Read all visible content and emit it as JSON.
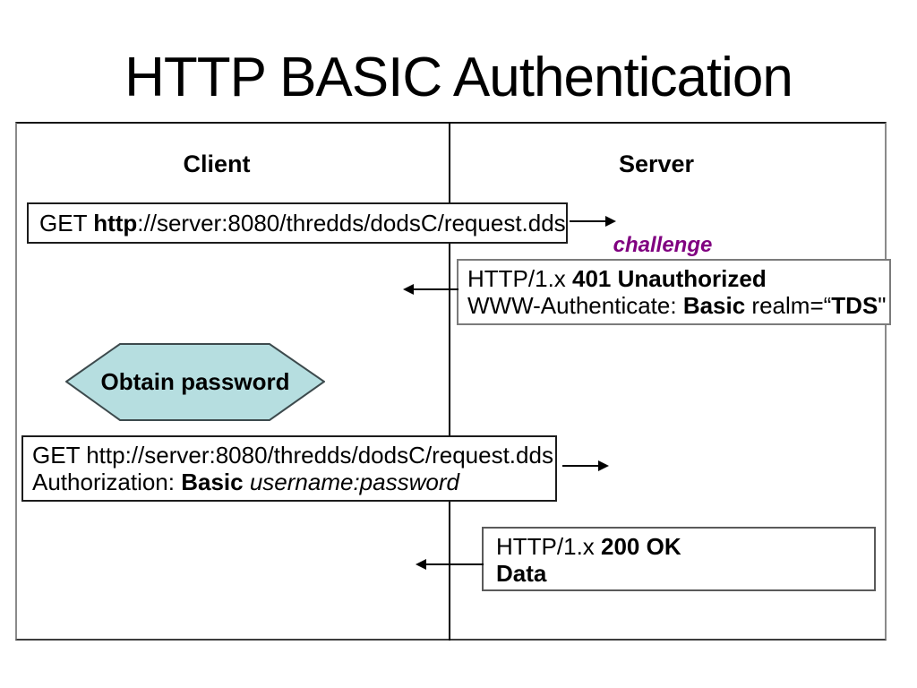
{
  "title": "HTTP BASIC Authentication",
  "lanes": {
    "client": "Client",
    "server": "Server"
  },
  "colors": {
    "challenge_text": "#800080",
    "hexagon_fill": "#b6dee0",
    "hexagon_stroke": "#3d4a4d",
    "response_box_border": "#7b7b7b"
  },
  "messages": {
    "request1": {
      "method": "GET ",
      "scheme_bold": "http",
      "url_rest": "://server:8080/thredds/dodsC/request.dds"
    },
    "challenge_label": "challenge",
    "response401": {
      "proto": "HTTP/1.x ",
      "status_bold": "401 Unauthorized",
      "header_name": "WWW-Authenticate: ",
      "scheme_bold": "Basic",
      "realm_prefix": " realm=“",
      "realm_value_bold": "TDS",
      "realm_suffix": "\""
    },
    "hexagon_label": "Obtain password",
    "request2": {
      "line1": "GET http://server:8080/thredds/dodsC/request.dds",
      "header_name": "Authorization: ",
      "scheme_bold": "Basic",
      "credentials_italic": " username:password"
    },
    "response200": {
      "proto": "HTTP/1.x ",
      "status_bold": "200 OK",
      "body_bold": "Data"
    }
  }
}
